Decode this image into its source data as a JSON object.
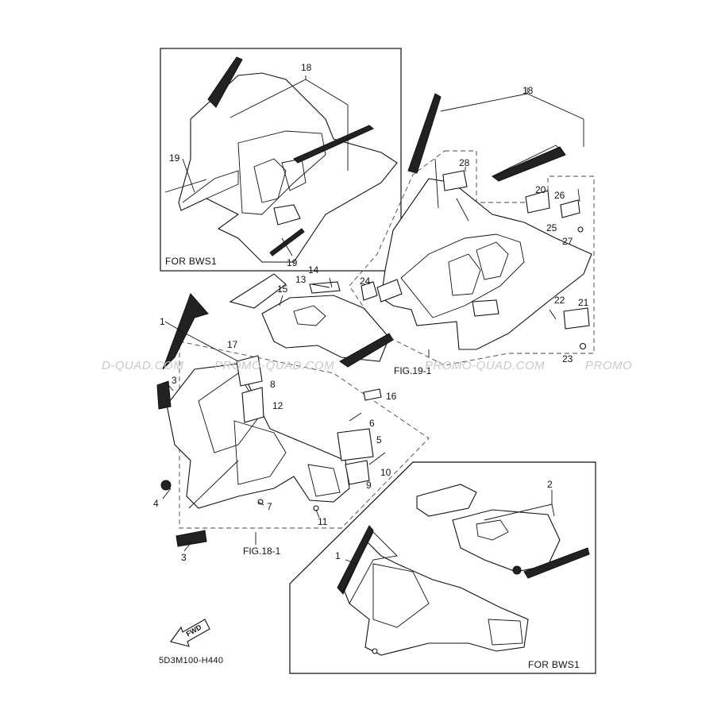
{
  "watermark": {
    "segments": [
      "D-QUAD.COM",
      "PROMO-QUAD.COM",
      "PROMO-QUAD.COM",
      "PROMO"
    ]
  },
  "panels": {
    "top_left_label": "FOR BWS1",
    "bottom_right_label": "FOR BWS1"
  },
  "figure_refs": {
    "fig19": "FIG.19-1",
    "fig18": "FIG.18-1"
  },
  "forward_arrow": {
    "label": "FWD"
  },
  "diagram_code": "5D3M100-H440",
  "callouts": {
    "c1a": "1",
    "c1b": "1",
    "c2": "2",
    "c3a": "3",
    "c3b": "3",
    "c4": "4",
    "c5": "5",
    "c6": "6",
    "c7": "7",
    "c8": "8",
    "c9": "9",
    "c10": "10",
    "c11": "11",
    "c12": "12",
    "c13": "13",
    "c14": "14",
    "c15": "15",
    "c16": "16",
    "c17": "17",
    "c18a": "18",
    "c18b": "18",
    "c19a": "19",
    "c19b": "19",
    "c20": "20",
    "c21": "21",
    "c22": "22",
    "c23": "23",
    "c24": "24",
    "c25": "25",
    "c26": "26",
    "c27": "27",
    "c28": "28"
  },
  "icons": [
    "fwd-arrow-icon",
    "watermark-text"
  ]
}
